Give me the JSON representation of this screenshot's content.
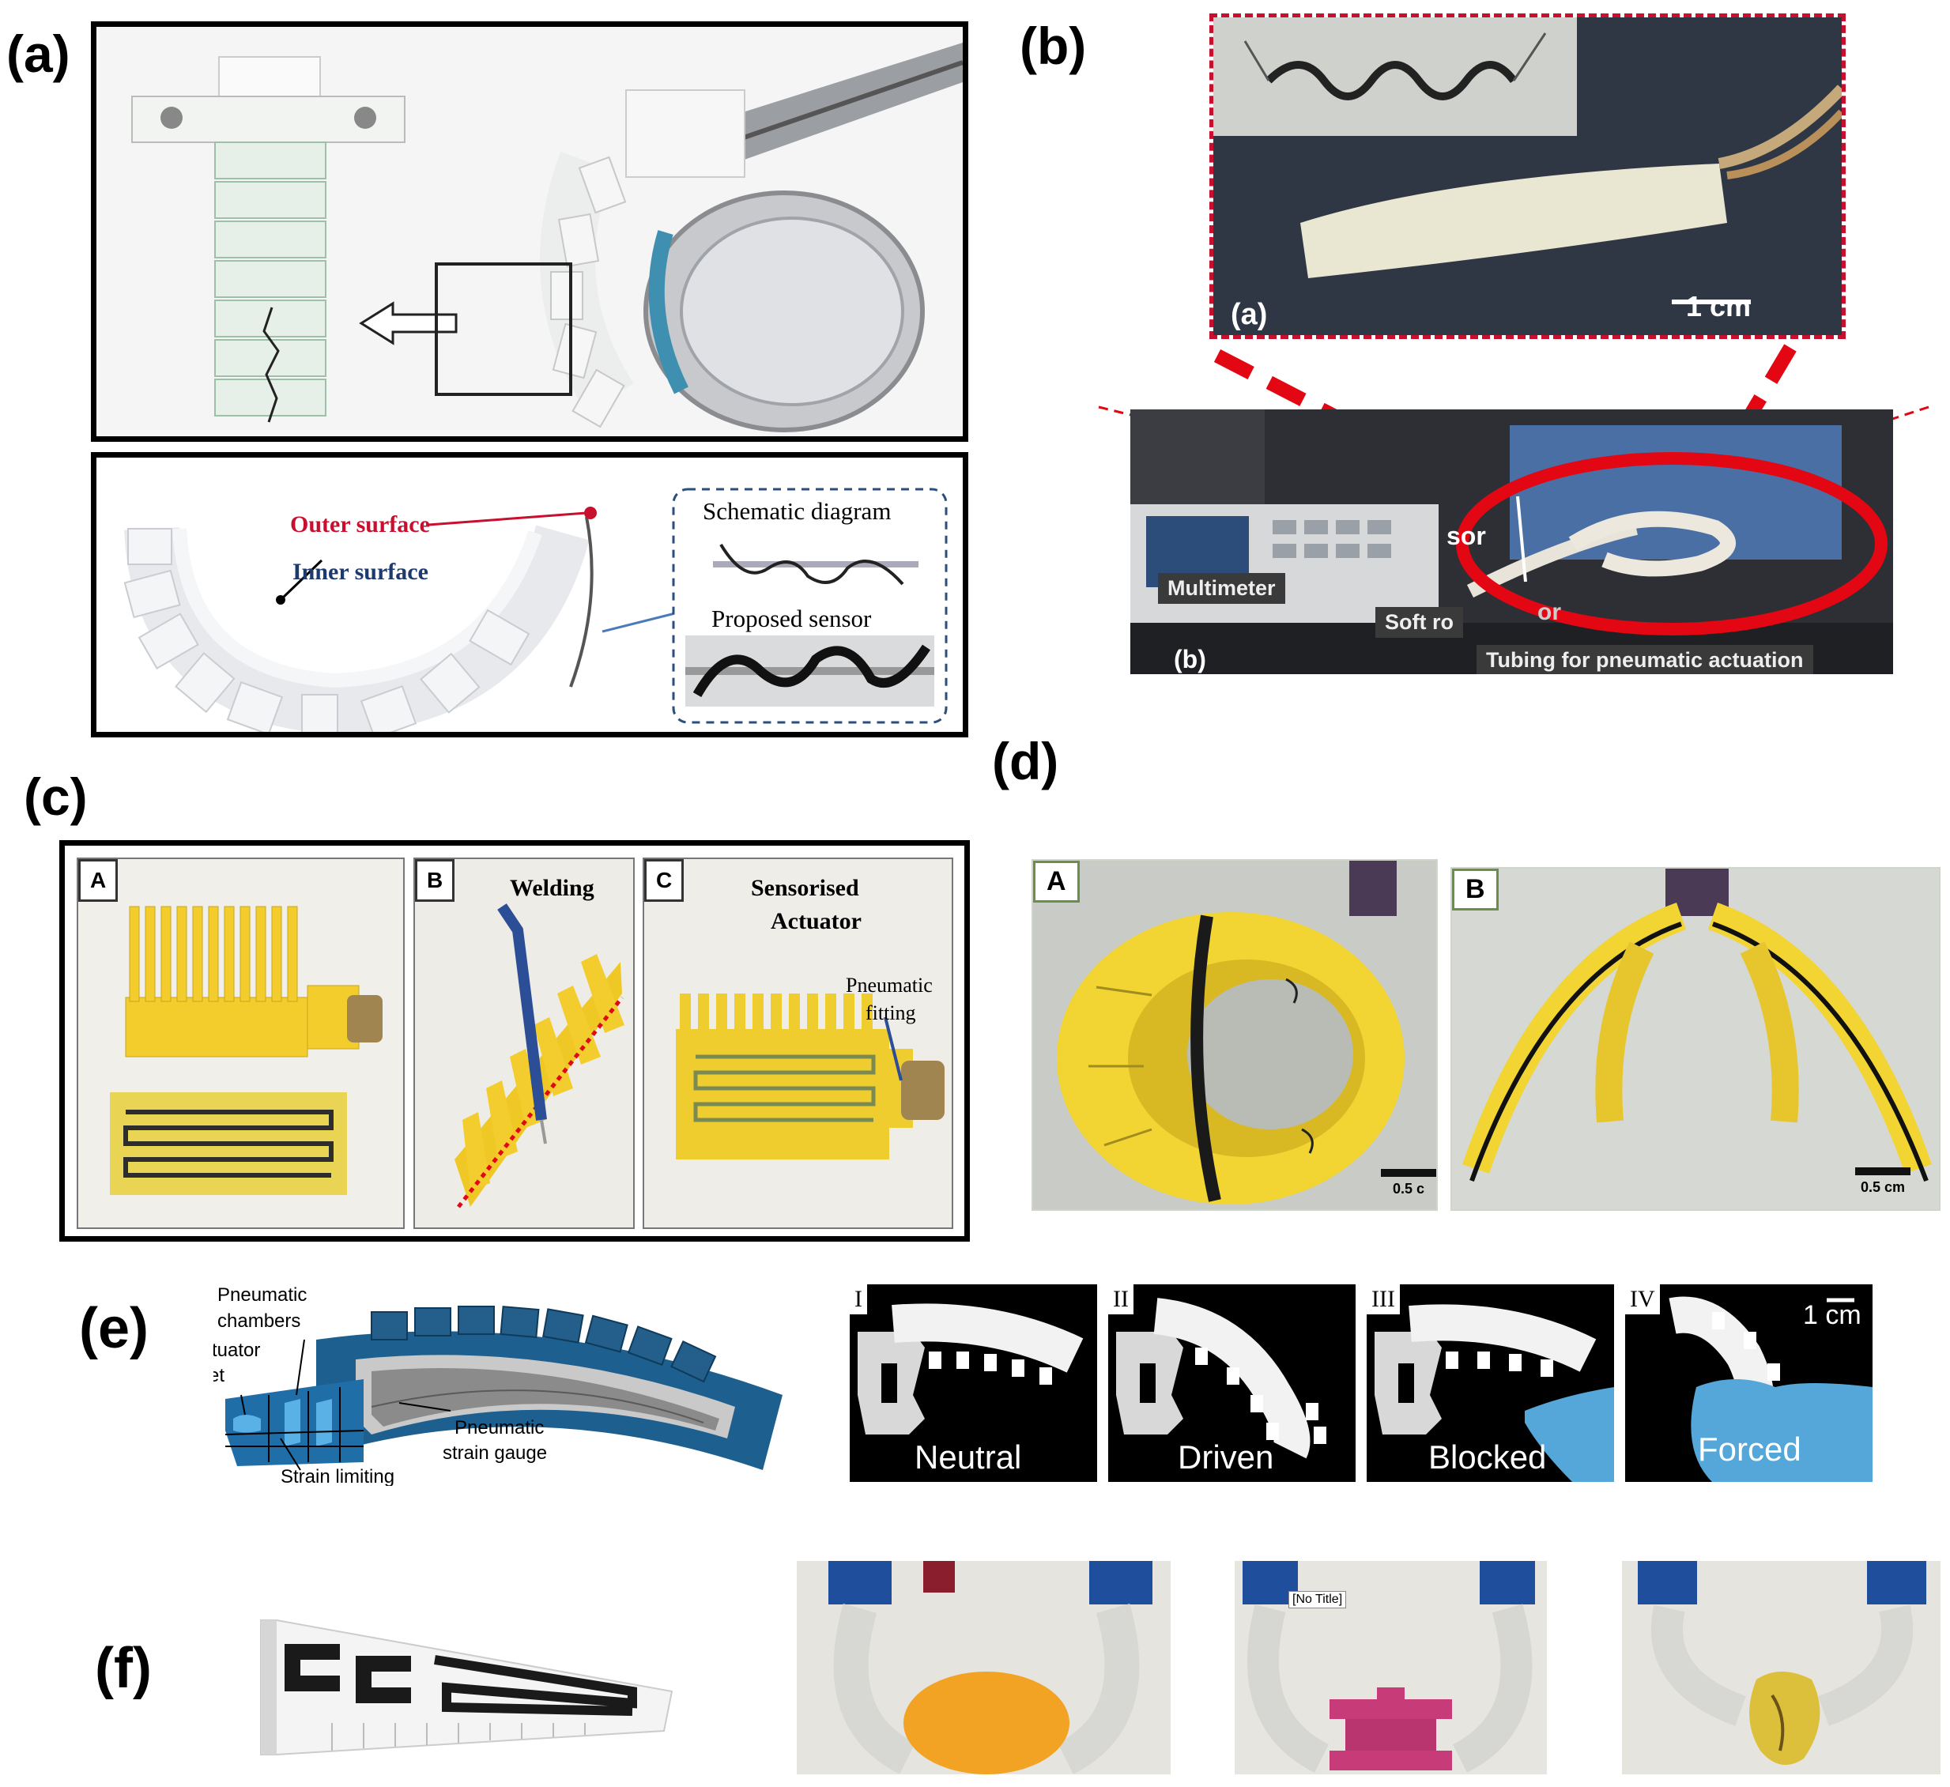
{
  "panels": {
    "a": {
      "label": "(a)",
      "outer_surface": "Outer surface",
      "inner_surface": "Inner surface",
      "schematic_diagram": "Schematic diagram",
      "proposed_sensor": "Proposed sensor"
    },
    "b": {
      "label": "(b)",
      "inset_label": "(a)",
      "scale": "1 cm",
      "sub_label": "(b)",
      "multimeter": "Multimeter",
      "sensor": "sor",
      "soft_robot": "Soft ro",
      "soft_robot_tail": "or",
      "tubing": "Tubing for pneumatic actuation"
    },
    "c": {
      "label": "(c)",
      "sub_a": "A",
      "sub_b": "B",
      "sub_c": "C",
      "welding": "Welding",
      "sensorised_line1": "Sensorised",
      "sensorised_line2": "Actuator",
      "fitting_line1": "Pneumatic",
      "fitting_line2": "fitting"
    },
    "d": {
      "label": "(d)",
      "sub_a": "A",
      "sub_b": "B",
      "scale_a": "0.5 c",
      "scale_b": "0.5 cm"
    },
    "e": {
      "label": "(e)",
      "pneumatic_chambers_line1": "Pneumatic",
      "pneumatic_chambers_line2": "chambers",
      "actuator_inlet_line1": "Actuator",
      "actuator_inlet_line2": "inlet",
      "strain_gauge_line1": "Pneumatic",
      "strain_gauge_line2": "strain gauge",
      "strain_limiting": "Strain limiting",
      "frames": [
        {
          "roman": "I",
          "state": "Neutral"
        },
        {
          "roman": "II",
          "state": "Driven"
        },
        {
          "roman": "III",
          "state": "Blocked"
        },
        {
          "roman": "IV",
          "state": "Forced"
        }
      ],
      "scale": "1 cm"
    },
    "f": {
      "label": "(f)",
      "no_title": "[No Title]"
    }
  },
  "colors": {
    "yellow": "#f2d433",
    "blue_actuator": "#1d5f8e",
    "red_dash": "#e30613",
    "gripper_blue": "#1f4e9c"
  }
}
